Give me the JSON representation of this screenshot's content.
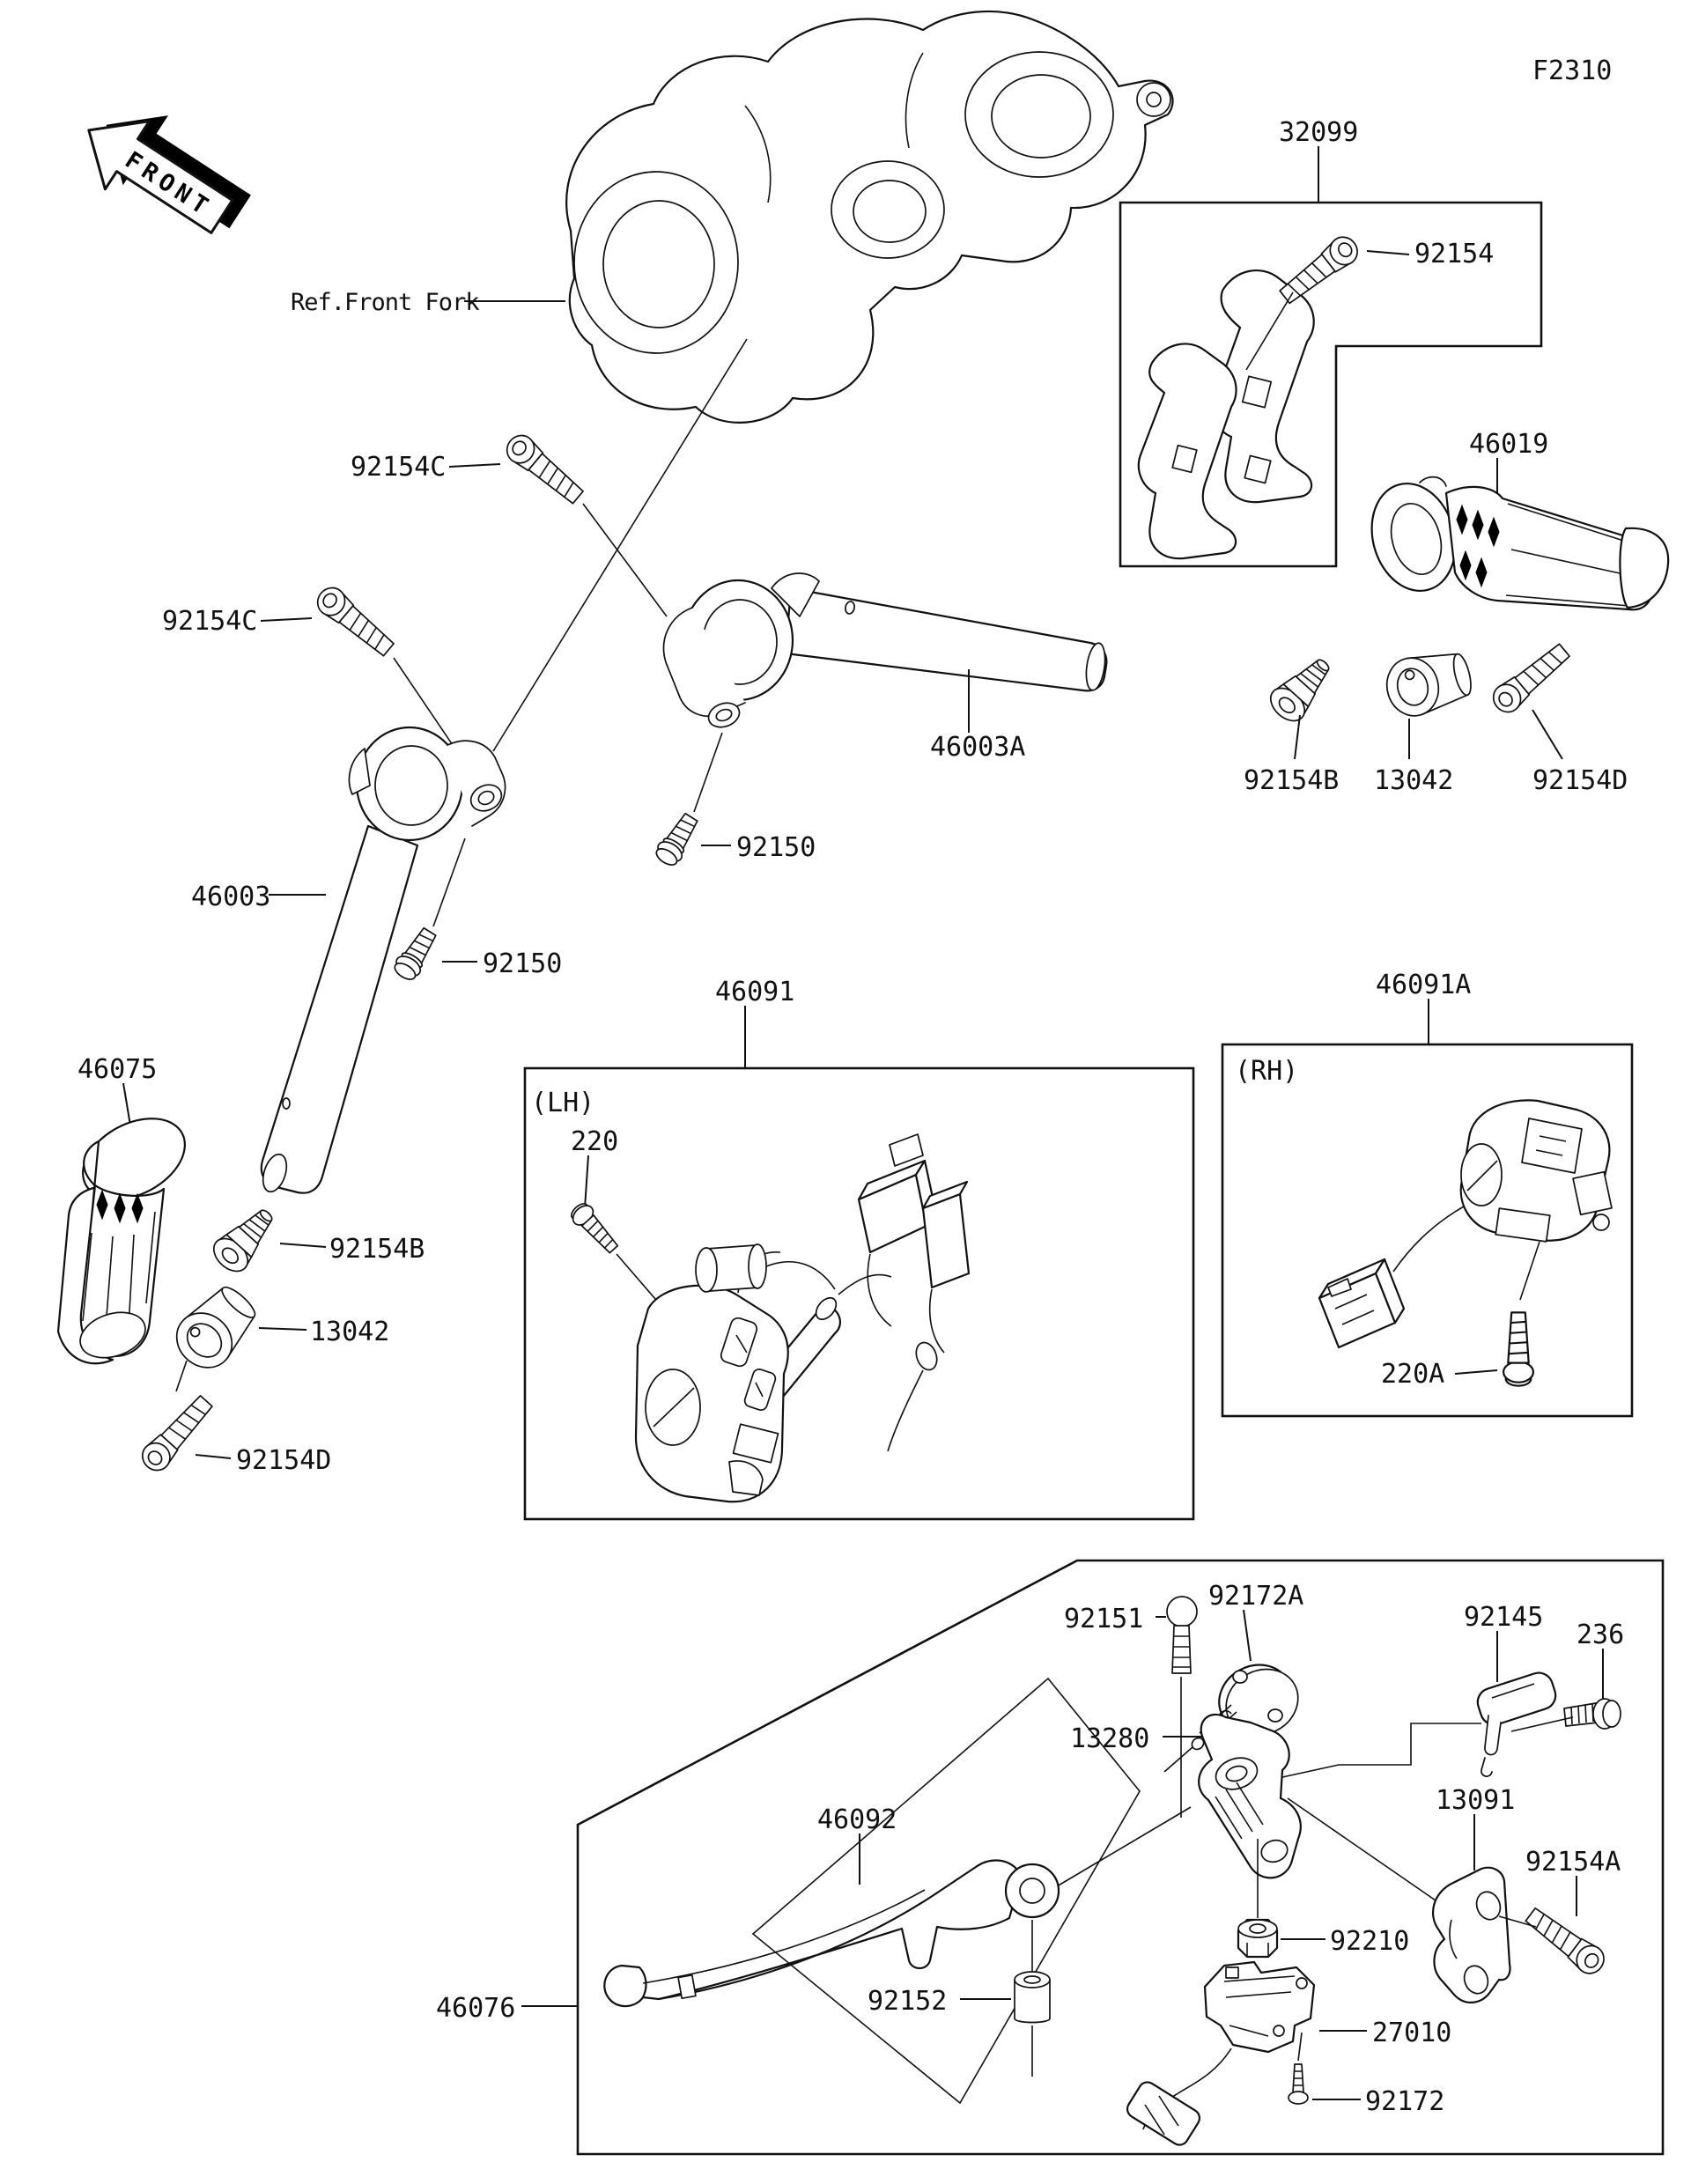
{
  "figure": {
    "code": "F2310",
    "type": "exploded-parts-diagram",
    "colors": {
      "ink": "#111111",
      "paper": "#ffffff"
    }
  },
  "orientation_arrow": {
    "label": "FRONT"
  },
  "reference": {
    "front_fork": "Ref.Front Fork"
  },
  "detail_boxes": {
    "handle_holder": {
      "label": "32099"
    },
    "switch_left": {
      "label": "46091",
      "side": "(LH)"
    },
    "switch_right": {
      "label": "46091A",
      "side": "(RH)"
    }
  },
  "labels": {
    "fig": "F2310",
    "front": "FRONT",
    "ref_front_fork": "Ref.Front Fork",
    "p32099": "32099",
    "p92154": "92154",
    "p46019": "46019",
    "p92154c_upper": "92154C",
    "p92154c_lower": "92154C",
    "p46003a": "46003A",
    "p92154b_right": "92154B",
    "p13042_right": "13042",
    "p92154d_right": "92154D",
    "p92150_upper": "92150",
    "p46003": "46003",
    "p92150_lower": "92150",
    "p46091": "46091",
    "lh": "(LH)",
    "p220": "220",
    "p46091a": "46091A",
    "rh": "(RH)",
    "p220a": "220A",
    "p46075": "46075",
    "p92154b_left": "92154B",
    "p13042_left": "13042",
    "p92154d_left": "92154D",
    "p92151": "92151",
    "p92172a": "92172A",
    "p92145": "92145",
    "p236": "236",
    "p13280": "13280",
    "p13091": "13091",
    "p92154a": "92154A",
    "p46092": "46092",
    "p92210": "92210",
    "p46076": "46076",
    "p92152": "92152",
    "p27010": "27010",
    "p92172": "92172"
  }
}
